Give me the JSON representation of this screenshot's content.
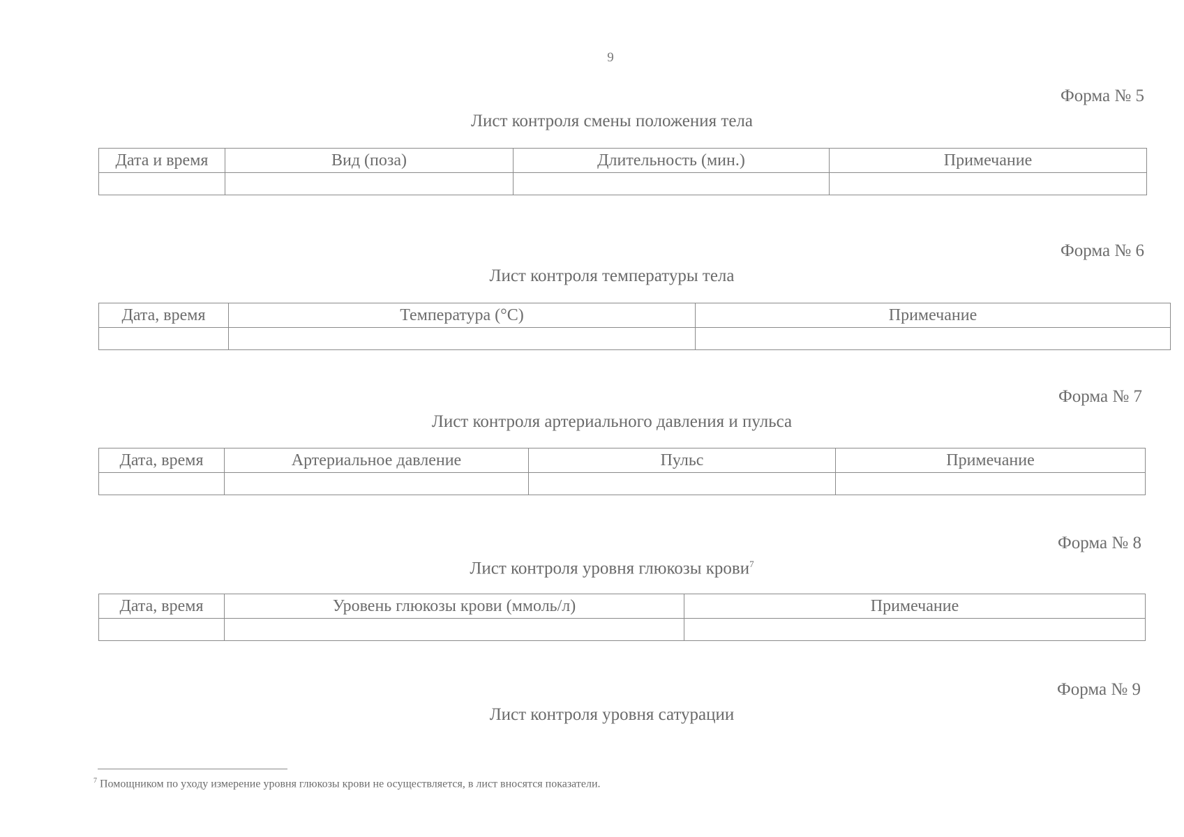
{
  "page_number": "9",
  "forms": [
    {
      "label": "Форма № 5",
      "title": "Лист контроля смены положения тела",
      "footnote_mark": "",
      "columns": [
        "Дата и время",
        "Вид (поза)",
        "Длительность (мин.)",
        "Примечание"
      ]
    },
    {
      "label": "Форма № 6",
      "title": "Лист контроля температуры тела",
      "footnote_mark": "",
      "columns": [
        "Дата, время",
        "Температура (°С)",
        "Примечание"
      ]
    },
    {
      "label": "Форма № 7",
      "title": "Лист контроля артериального давления и пульса",
      "footnote_mark": "",
      "columns": [
        "Дата, время",
        "Артериальное давление",
        "Пульс",
        "Примечание"
      ]
    },
    {
      "label": "Форма № 8",
      "title": "Лист контроля уровня глюкозы крови",
      "footnote_mark": "7",
      "columns": [
        "Дата, время",
        "Уровень глюкозы крови (ммоль/л)",
        "Примечание"
      ]
    },
    {
      "label": "Форма № 9",
      "title": "Лист контроля уровня сатурации",
      "footnote_mark": ""
    }
  ],
  "footnote": {
    "mark": "7",
    "text": "Помощником по уходу измерение уровня глюкозы крови не осуществляется, в лист вносятся показатели."
  }
}
